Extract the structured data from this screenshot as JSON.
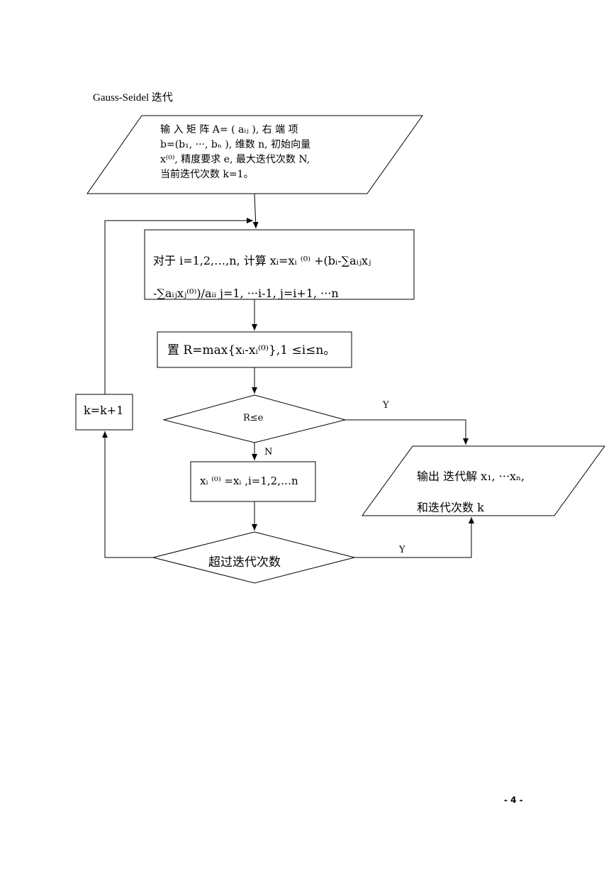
{
  "title": "Gauss-Seidel 迭代",
  "input_node": {
    "line1": "输 入 矩 阵 A= ( aᵢⱼ ), 右 端 项",
    "line2": "b=(b₁, ···, bₙ ), 维数 n, 初始向量",
    "line3": "x⁽⁰⁾, 精度要求 e, 最大迭代次数 N,",
    "line4": "当前迭代次数 k=1。"
  },
  "compute_node": {
    "line1": "对于 i=1,2,…,n, 计算 xᵢ=xᵢ ⁽⁰⁾ +(bᵢ-∑aᵢⱼxⱼ",
    "line2": "-∑aᵢⱼxⱼ⁽⁰⁾)/aᵢᵢ  j=1, ···i-1, j=i+1, ···n"
  },
  "residual_node": {
    "text": "置 R=max{xᵢ-xᵢ⁽⁰⁾},1  ≤i≤n。"
  },
  "condition_node": {
    "text": "R≤e"
  },
  "assign_node": {
    "text": "xᵢ ⁽⁰⁾ =xᵢ ,i=1,2,…n"
  },
  "max_iter_node": {
    "text": "超过迭代次数"
  },
  "output_node": {
    "line1": "输出 迭代解 x₁, ···xₙ,",
    "line2": "和迭代次数 k"
  },
  "increment_node": {
    "text": "k=k+1"
  },
  "edges": {
    "cond_yes": "Y",
    "cond_no": "N",
    "maxiter_yes": "Y"
  },
  "page_number": "- 4 -"
}
